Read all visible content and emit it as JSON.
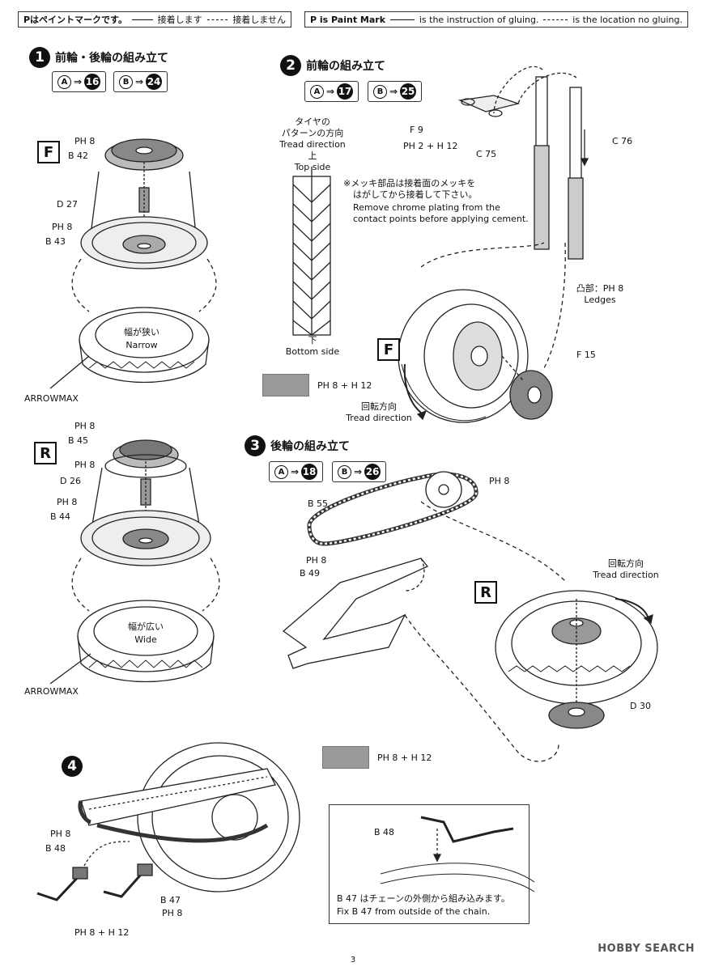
{
  "legend_jp": {
    "paint": "Pはペイントマークです。",
    "glue": "接着します",
    "noglue": "接着しません"
  },
  "legend_en": {
    "paint": "P is Paint Mark",
    "glue": "is the instruction of gluing.",
    "noglue": "is the location no gluing."
  },
  "step1": {
    "num": "1",
    "title": "前輪・後輪の組み立て",
    "refA": {
      "letter": "A",
      "to": "16"
    },
    "refB": {
      "letter": "B",
      "to": "24"
    }
  },
  "step2": {
    "num": "2",
    "title": "前輪の組み立て",
    "refA": {
      "letter": "A",
      "to": "17"
    },
    "refB": {
      "letter": "B",
      "to": "25"
    }
  },
  "step3": {
    "num": "3",
    "title": "後輪の組み立て",
    "refA": {
      "letter": "A",
      "to": "18"
    },
    "refB": {
      "letter": "B",
      "to": "26"
    }
  },
  "step4": {
    "num": "4"
  },
  "front": {
    "box": "F",
    "paint_top": "PH 8",
    "part_top": "B 42",
    "hub": "D 27",
    "paint_bottom": "PH 8",
    "part_bottom": "B 43",
    "tire_jp": "幅が狭い",
    "tire_en": "Narrow",
    "brand": "ARROWMAX"
  },
  "rear": {
    "box": "R",
    "paint_top": "PH 8",
    "part_top": "B 45",
    "hub": "D 26",
    "paint_bottom": "PH 8",
    "part_bottom": "B 44",
    "tire_jp": "幅が広い",
    "tire_en": "Wide",
    "brand": "ARROWMAX"
  },
  "tread": {
    "jp1": "タイヤの",
    "jp2": "パターンの方向",
    "en": "Tread direction",
    "top_jp": "上",
    "top_en": "Top side",
    "bottom_jp": "下",
    "bottom_en": "Bottom side"
  },
  "swatch1": {
    "label": "PH 8 + H 12"
  },
  "swatch2": {
    "label": "PH 8 + H 12"
  },
  "chrome_note": {
    "jp1": "※メッキ部品は接着面のメッキを",
    "jp2": "はがしてから接着して下さい。",
    "en1": "Remove chrome plating from the",
    "en2": "contact points before applying cement."
  },
  "fork": {
    "f9": "F 9",
    "f9_paint": "PH 2 + H 12",
    "c75": "C 75",
    "c76": "C 76",
    "ledges_jp": "凸部：PH 8",
    "ledges_en": "Ledges",
    "f15": "F 15",
    "box": "F",
    "rot_jp": "回転方向",
    "rot_en": "Tread direction"
  },
  "rear_assy": {
    "b55": "B 55",
    "sprocket_paint": "PH 8",
    "b49_paint": "PH 8",
    "b49": "B 49",
    "box": "R",
    "rot_jp": "回転方向",
    "rot_en": "Tread direction",
    "d30": "D 30"
  },
  "step4_labels": {
    "b48_paint": "PH 8",
    "b48": "B 48",
    "b47": "B 47",
    "b47_paint": "PH 8",
    "bottom_paint": "PH 8 + H 12"
  },
  "inset": {
    "b48": "B 48",
    "jp": "B 47 はチェーンの外側から組み込みます。",
    "en": "Fix B 47 from outside of the chain."
  },
  "page_number": "3",
  "watermark": "HOBBY SEARCH"
}
